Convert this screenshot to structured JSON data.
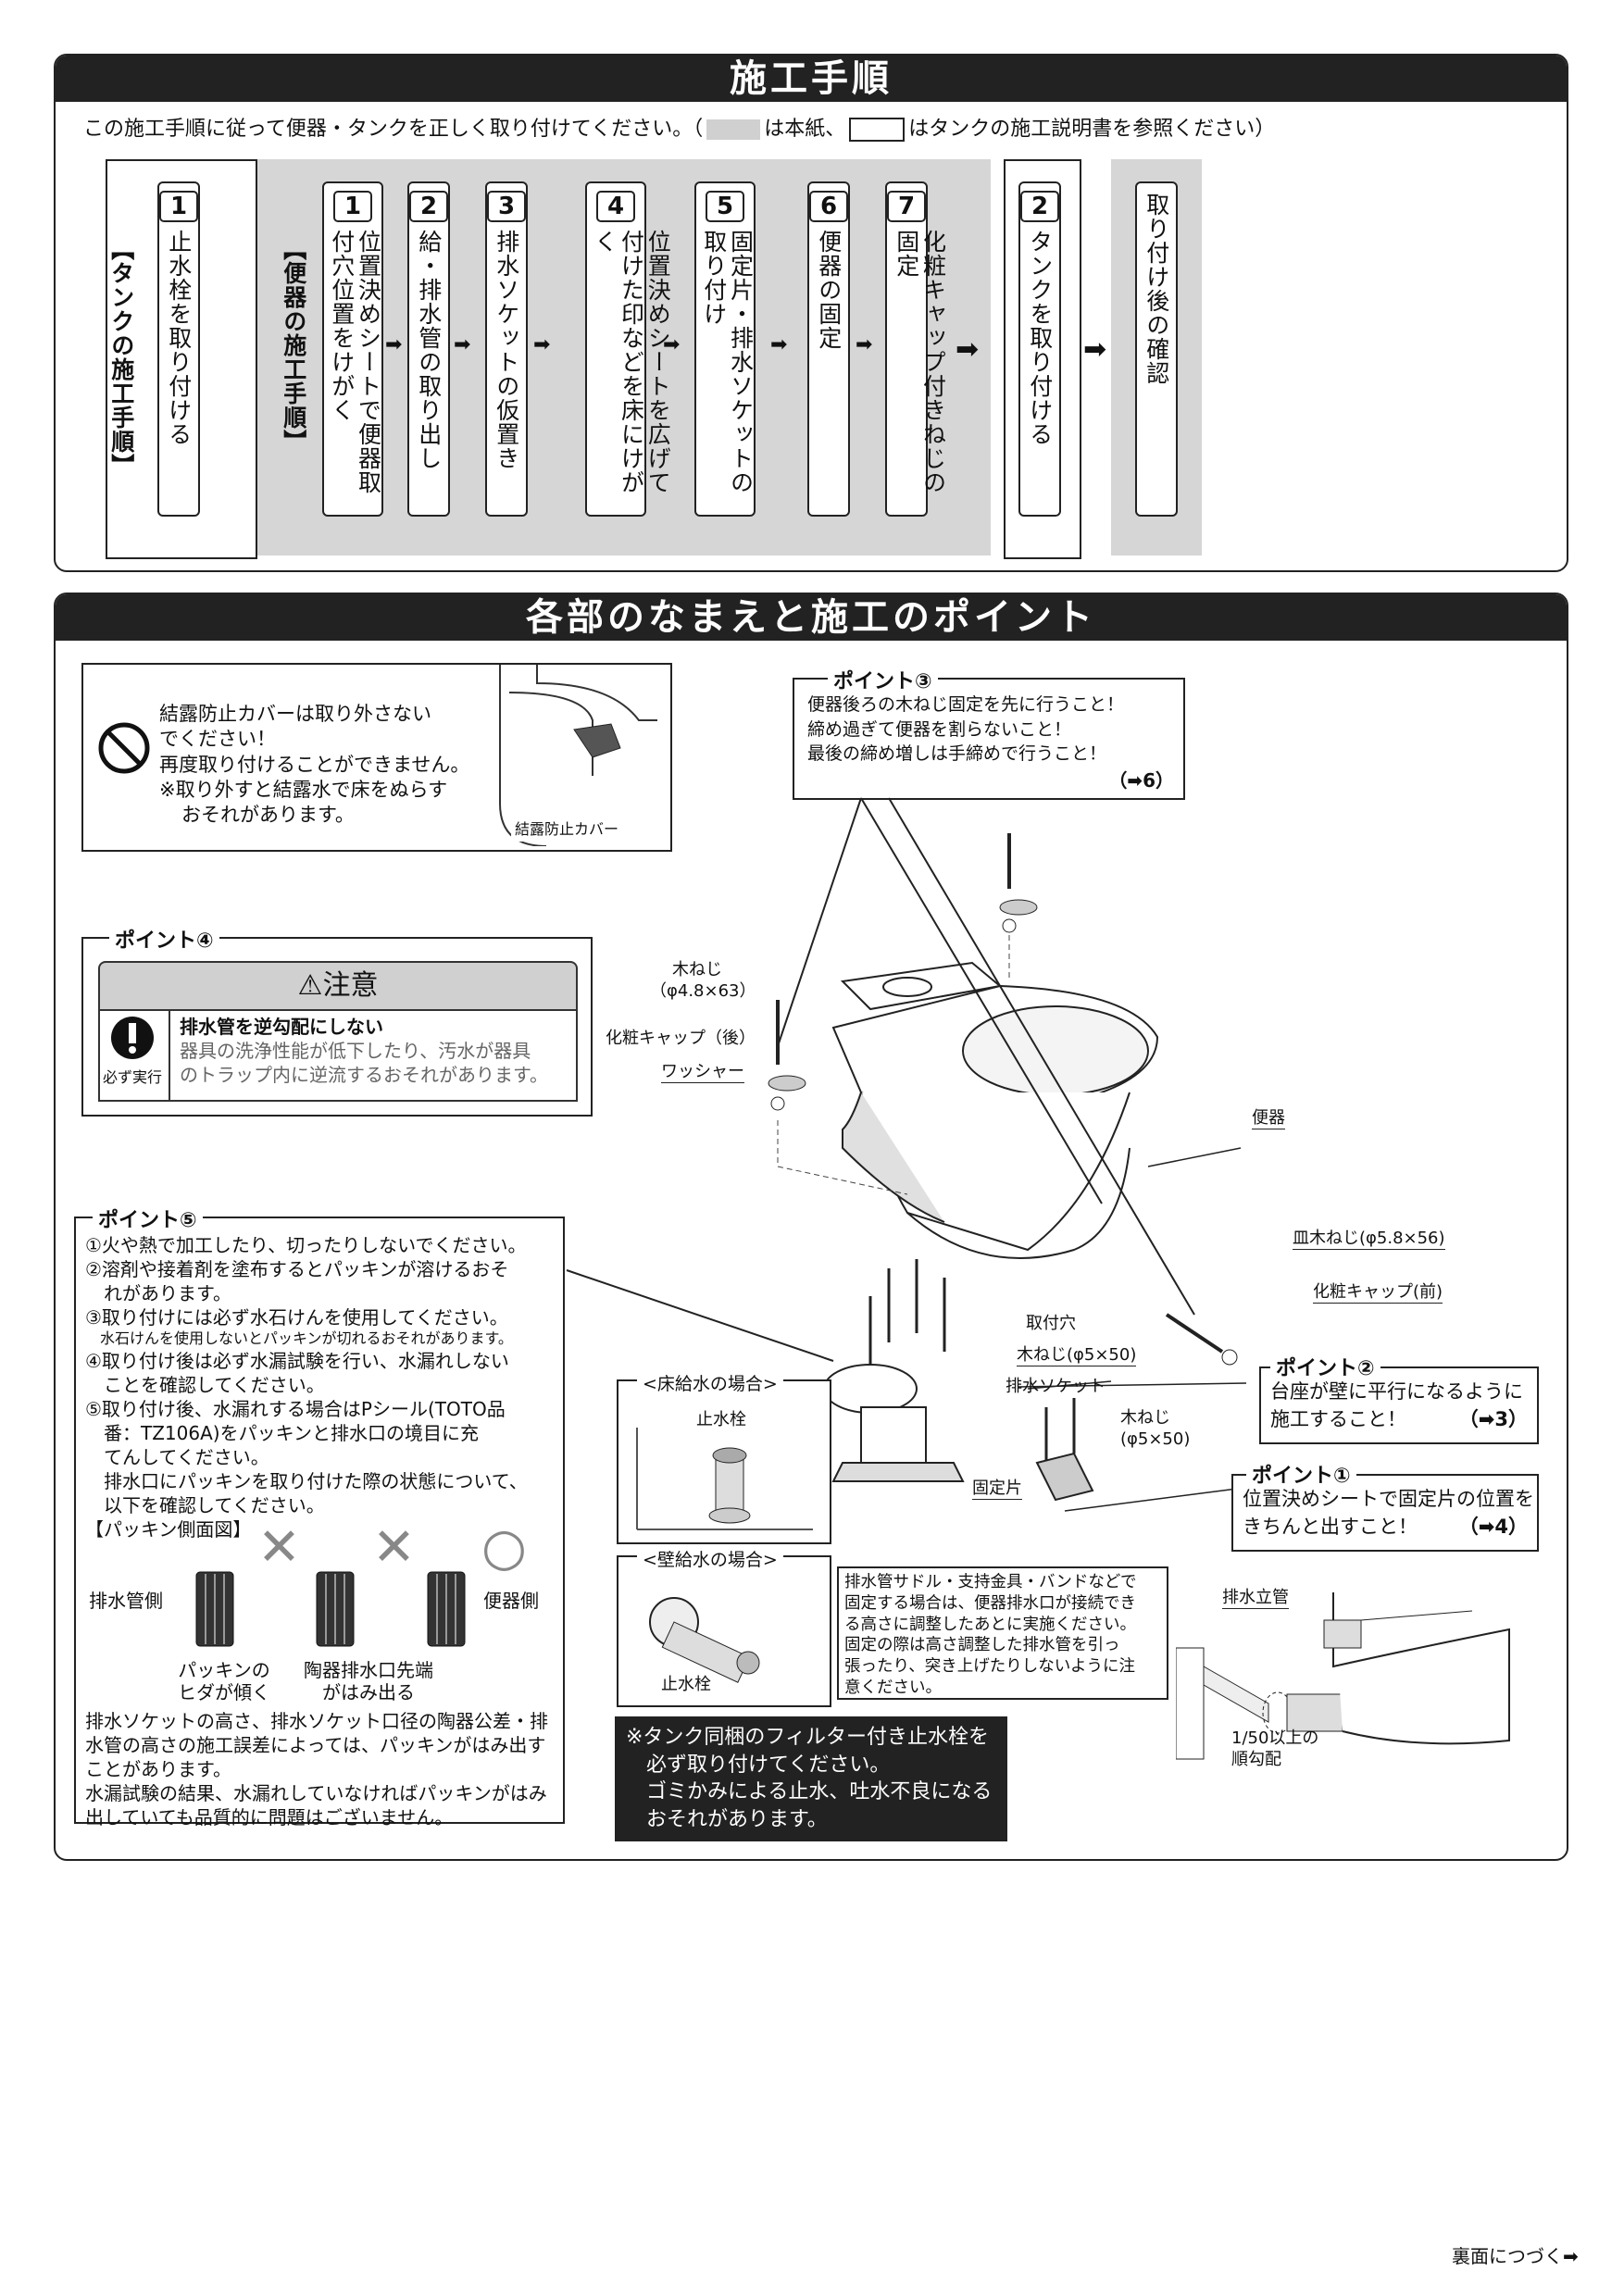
{
  "section1": {
    "title": "施工手順",
    "intro_a": "この施工手順に従って便器・タンクを正しく取り付けてください。（",
    "intro_b": "は本紙、",
    "intro_c": "はタンクの施工説明書を参照ください）",
    "tank_group_label": "【タンクの施工手順】",
    "toilet_group_label": "【便器の施工手順】",
    "tank_step1": {
      "num": "1",
      "text": "止水栓を取り付ける"
    },
    "toilet_steps": [
      {
        "num": "1",
        "text": "位置決めシートで便器取付穴位置をけがく"
      },
      {
        "num": "2",
        "text": "給・排水管の取り出し"
      },
      {
        "num": "3",
        "text": "排水ソケットの仮置き"
      },
      {
        "num": "4",
        "text": "位置決めシートを広げて付けた印などを床にけがく"
      },
      {
        "num": "5",
        "text": "固定片・排水ソケットの取り付け"
      },
      {
        "num": "6",
        "text": "便器の固定"
      },
      {
        "num": "7",
        "text": "化粧キャップ付きねじの固定"
      }
    ],
    "tank_step2": {
      "num": "2",
      "text": "タンクを取り付ける"
    },
    "final_step": {
      "text": "取り付け後の確認"
    },
    "arrow": "➡"
  },
  "section2": {
    "title": "各部のなまえと施工のポイント",
    "cover_notice": {
      "line1": "結露防止カバーは取り外さない",
      "line2": "でください！",
      "line3": "再度取り付けることができません。",
      "line4": "※取り外すと結露水で床をぬらす",
      "line5": "おそれがあります。",
      "label": "結露防止カバー"
    },
    "point3": {
      "label": "ポイント③",
      "line1": "便器後ろの木ねじ固定を先に行うこと！",
      "line2": "締め過ぎて便器を割らないこと！",
      "line3": "最後の締め増しは手締めで行うこと！",
      "ref": "（➡6）"
    },
    "point4": {
      "label": "ポイント④",
      "caution_title": "⚠注意",
      "must_label": "必ず実行",
      "line1": "排水管を逆勾配にしない",
      "line2": "器具の洗浄性能が低下したり、汚水が器具",
      "line3": "のトラップ内に逆流するおそれがあります。"
    },
    "parts": {
      "wood_screw_rear": "木ねじ",
      "wood_screw_rear_size": "（φ4.8×63）",
      "cap_rear": "化粧キャップ（後）",
      "washer": "ワッシャー",
      "toilet": "便器",
      "dish_screw": "皿木ねじ(φ5.8×56)",
      "cap_front": "化粧キャップ(前)",
      "mount_hole": "取付穴",
      "wood_screw_5": "木ねじ(φ5×50)",
      "drain_socket": "排水ソケット",
      "wood_screw_5b": "木ねじ",
      "wood_screw_5b_size": "(φ5×50)",
      "fixing_piece": "固定片"
    },
    "point2": {
      "label": "ポイント②",
      "line1": "台座が壁に平行になるように",
      "line2": "施工すること！",
      "ref": "（➡3）"
    },
    "point1": {
      "label": "ポイント①",
      "line1": "位置決めシートで固定片の位置を",
      "line2": "きちんと出すこと！",
      "ref": "（➡4）"
    },
    "point5": {
      "label": "ポイント⑤",
      "lines": [
        "①火や熱で加工したり、切ったりしないでください。",
        "②溶剤や接着剤を塗布するとパッキンが溶けるおそ",
        "　れがあります。",
        "③取り付けには必ず水石けんを使用してください。"
      ],
      "small_line": "　水石けんを使用しないとパッキンが切れるおそれがあります。",
      "lines2": [
        "④取り付け後は必ず水漏試験を行い、水漏れしない",
        "　ことを確認してください。",
        "⑤取り付け後、水漏れする場合はPシール(TOTO品",
        "　番：TZ106A)をパッキンと排水口の境目に充",
        "　てんしてください。",
        "　排水口にパッキンを取り付けた際の状態について、",
        "　以下を確認してください。"
      ],
      "diagram_label": "【パッキン側面図】",
      "side_drain": "排水管側",
      "side_toilet": "便器側",
      "mark_x1": "✕",
      "mark_x2": "✕",
      "mark_o": "○",
      "cap1a": "パッキンの",
      "cap1b": "ヒダが傾く",
      "cap2a": "陶器排水口先端",
      "cap2b": "がはみ出る",
      "footer": [
        "排水ソケットの高さ、排水ソケット口径の陶器公差・排",
        "水管の高さの施工誤差によっては、パッキンがはみ出す",
        "ことがあります。",
        "水漏試験の結果、水漏れしていなければパッキンがはみ",
        "出していても品質的に問題はございません。"
      ]
    },
    "floor_supply": {
      "title": "<床給水の場合>",
      "valve": "止水栓"
    },
    "wall_supply": {
      "title": "<壁給水の場合>",
      "valve": "止水栓"
    },
    "saddle_note": [
      "排水管サドル・支持金具・バンドなどで",
      "固定する場合は、便器排水口が接続でき",
      "る高さに調整したあとに実施ください。",
      "固定の際は高さ調整した排水管を引っ",
      "張ったり、突き上げたりしないように注",
      "意ください。"
    ],
    "drain_riser": "排水立管",
    "slope_a": "1/50以上の",
    "slope_b": "順勾配",
    "tank_note": [
      "※タンク同梱のフィルター付き止水栓を",
      "　必ず取り付けてください。",
      "　ゴミかみによる止水、吐水不良になる",
      "　おそれがあります。"
    ]
  },
  "footer": {
    "continue": "裏面につづく➡"
  }
}
